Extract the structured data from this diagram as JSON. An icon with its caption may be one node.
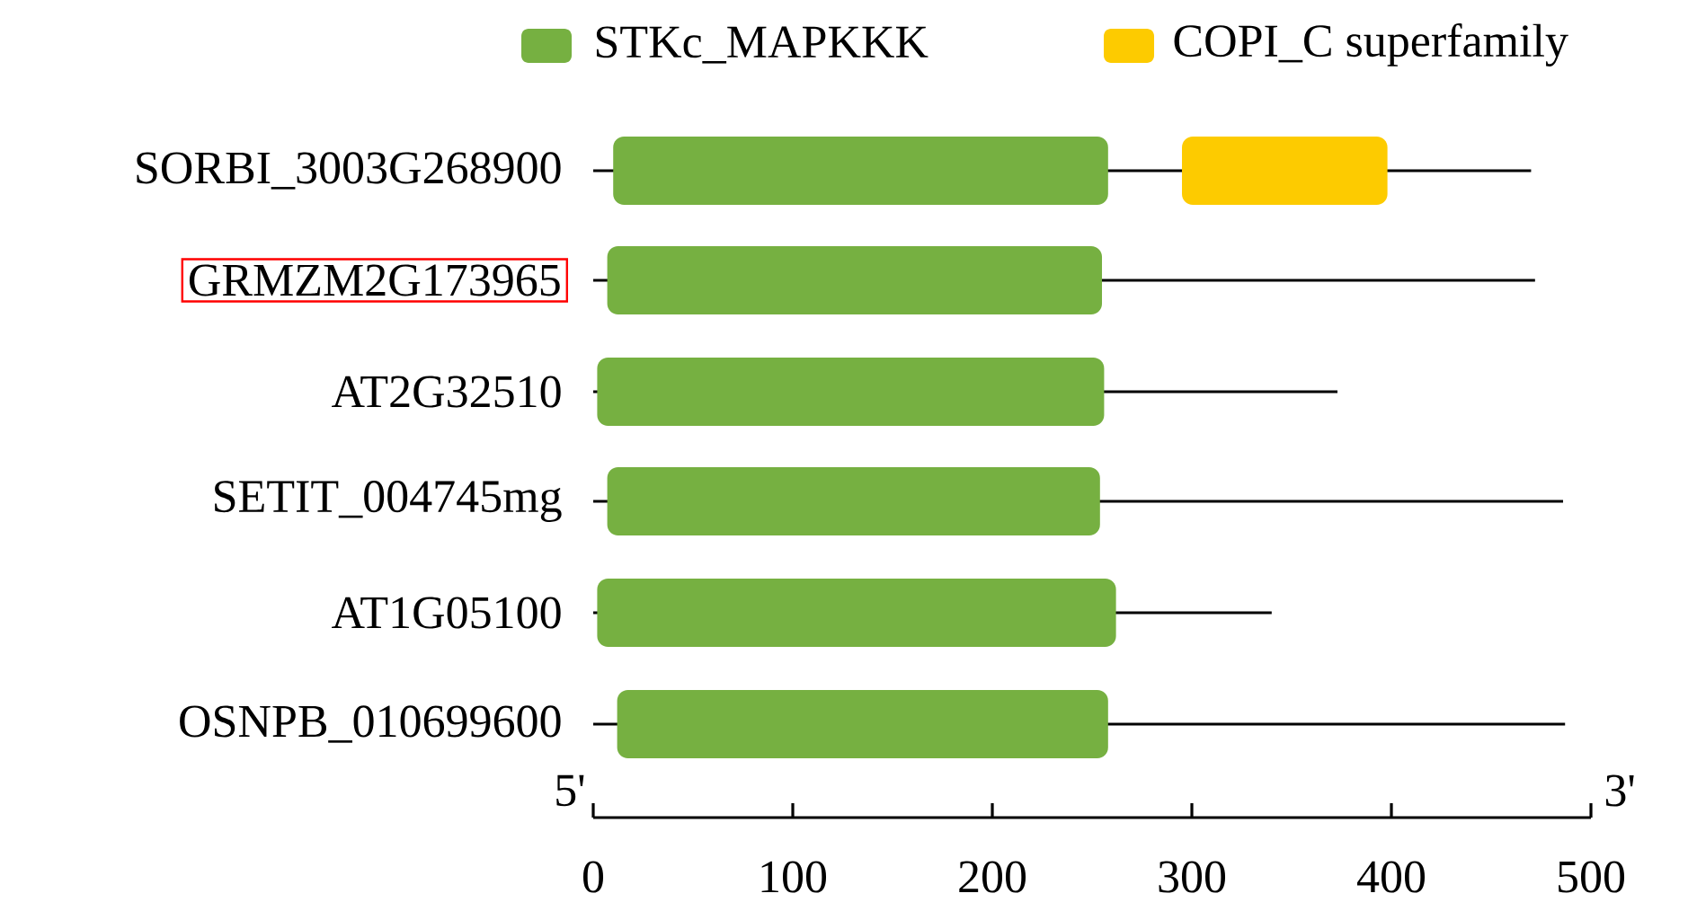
{
  "diagram": {
    "nodes": [
      {
        "text": [
          "GRMZM2G173965"
        ]
      }
    ],
    "labels": [
      "SORBI_3003G268900",
      "AT2G32510",
      "SETIT_004745mg",
      "AT1G05100",
      "OSNPB_010699600",
      "5'",
      "3'",
      "0",
      "100",
      "200",
      "300",
      "400",
      "500"
    ],
    "legend": [
      {
        "text": "STKc_MAPKKK",
        "color": "#76b041"
      },
      {
        "text": "COPI_C superfamily",
        "color": "#fdcb00"
      }
    ]
  }
}
